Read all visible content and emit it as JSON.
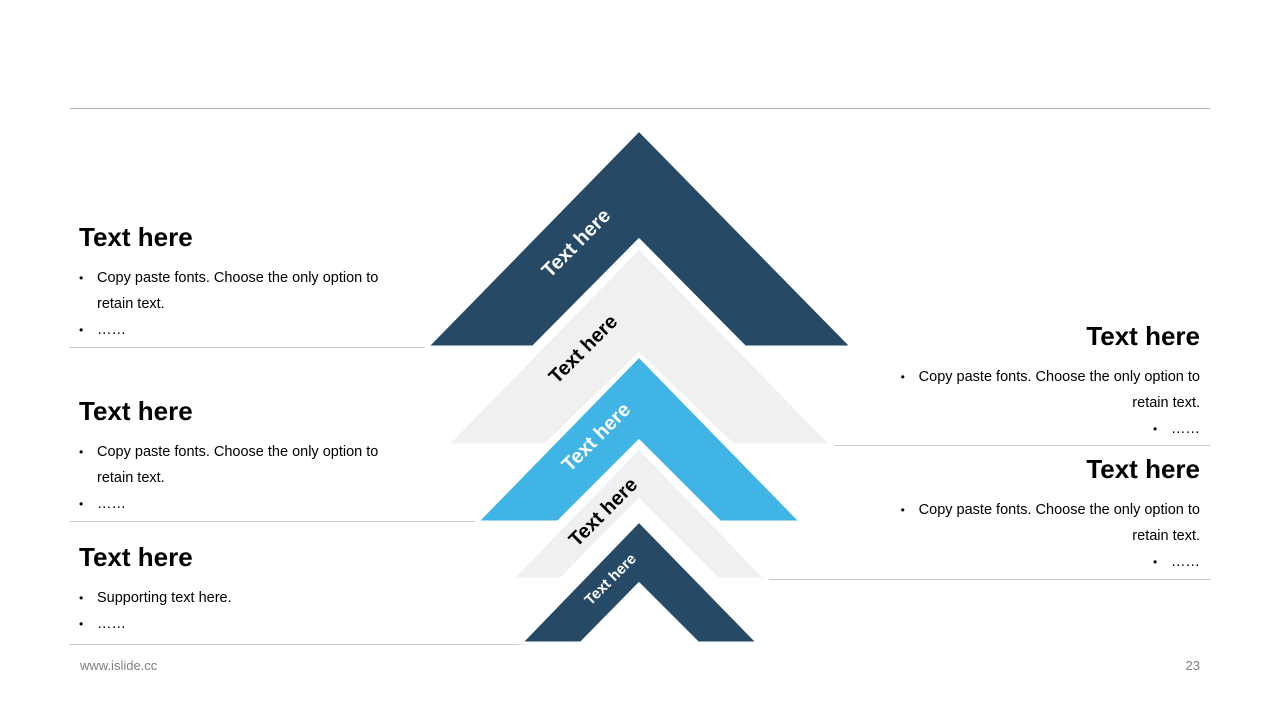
{
  "left_blocks": [
    {
      "title": "Text here",
      "bullets": [
        "Copy paste fonts. Choose the only option to",
        "retain text.",
        "……"
      ]
    },
    {
      "title": "Text here",
      "bullets": [
        "Copy paste fonts. Choose the only option to",
        "retain text.",
        "……"
      ]
    },
    {
      "title": "Text here",
      "bullets": [
        "Supporting text here.",
        "……"
      ]
    }
  ],
  "right_blocks": [
    {
      "title": "Text here",
      "bullets": [
        "Copy paste fonts. Choose the only option to",
        "retain text.",
        "……"
      ]
    },
    {
      "title": "Text here",
      "bullets": [
        "Copy paste fonts. Choose the only option to",
        "retain text.",
        "……"
      ]
    }
  ],
  "chevrons": [
    {
      "label": "Text here",
      "color": "#264966",
      "text_color": "#ffffff"
    },
    {
      "label": "Text here",
      "color": "#f0f0f0",
      "text_color": "#000000"
    },
    {
      "label": "Text here",
      "color": "#41b4e6",
      "text_color": "#ffffff"
    },
    {
      "label": "Text here",
      "color": "#f0f0f0",
      "text_color": "#000000"
    },
    {
      "label": "Text here",
      "color": "#264966",
      "text_color": "#ffffff"
    }
  ],
  "footer": {
    "url": "www.islide.cc",
    "page_number": "23"
  }
}
